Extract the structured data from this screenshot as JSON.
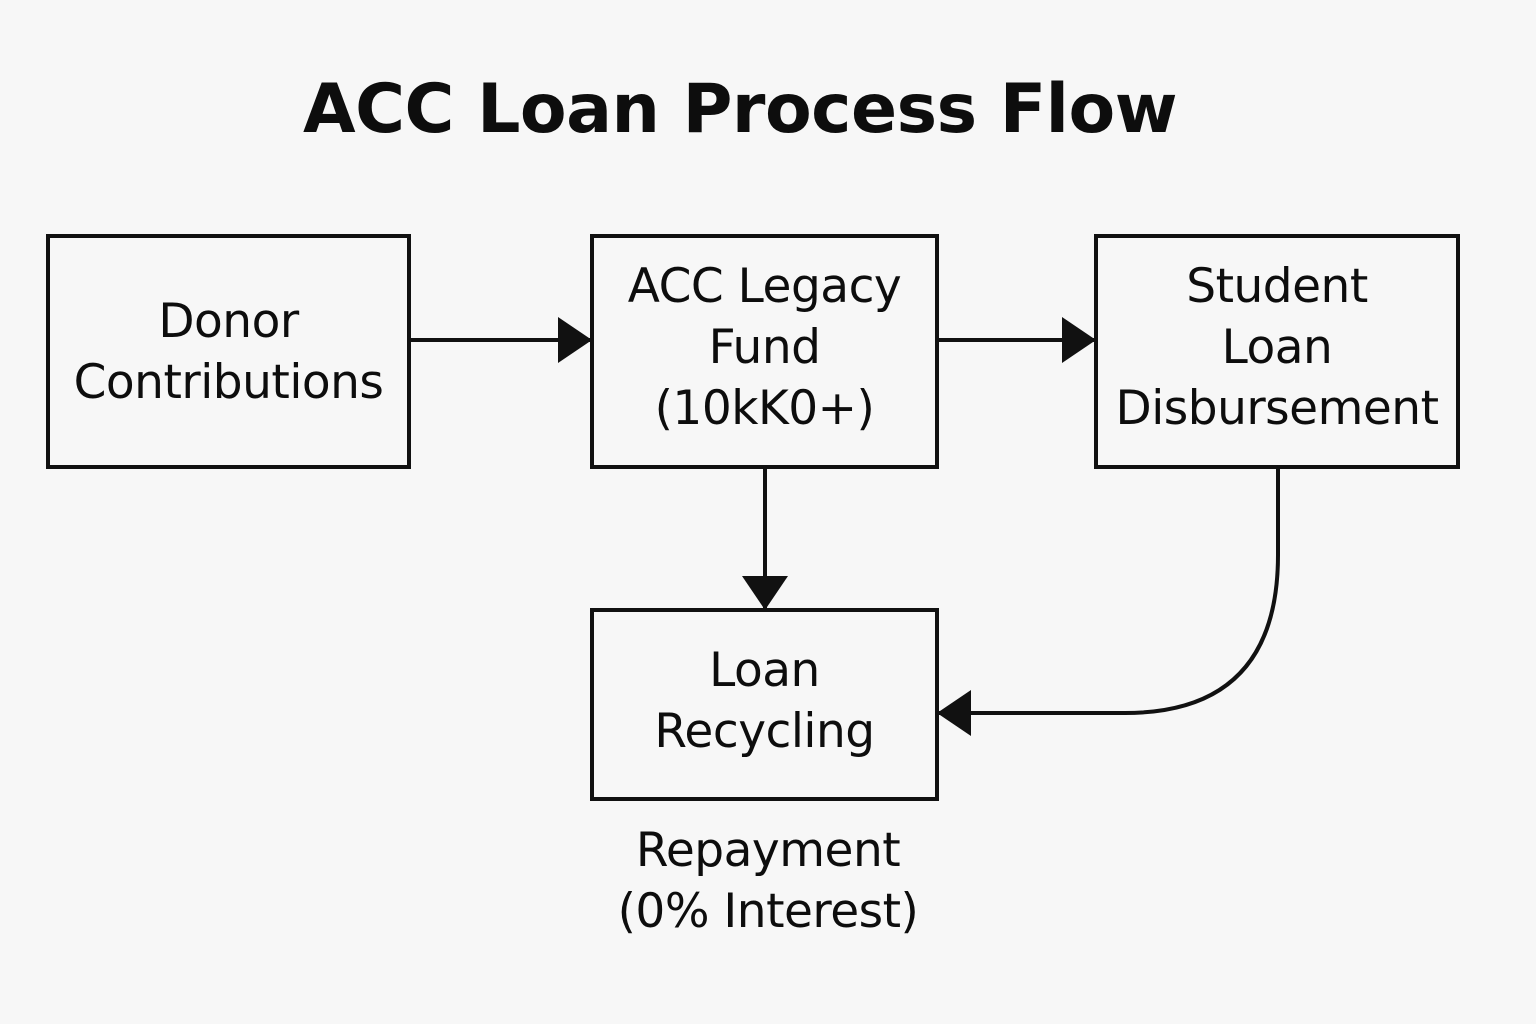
{
  "title": "ACC Loan Process Flow",
  "nodes": {
    "donor": {
      "lines": [
        "Donor",
        "Contributions"
      ]
    },
    "fund": {
      "lines": [
        "ACC Legacy",
        "Fund",
        "(10kK0+)"
      ]
    },
    "disbursement": {
      "lines": [
        "Student",
        "Loan",
        "Disbursement"
      ]
    },
    "recycling": {
      "lines": [
        "Loan",
        "Recycling"
      ]
    }
  },
  "annotation": {
    "lines": [
      "Repayment",
      "(0% Interest)"
    ]
  },
  "colors": {
    "background": "#f7f7f7",
    "stroke": "#111111"
  }
}
